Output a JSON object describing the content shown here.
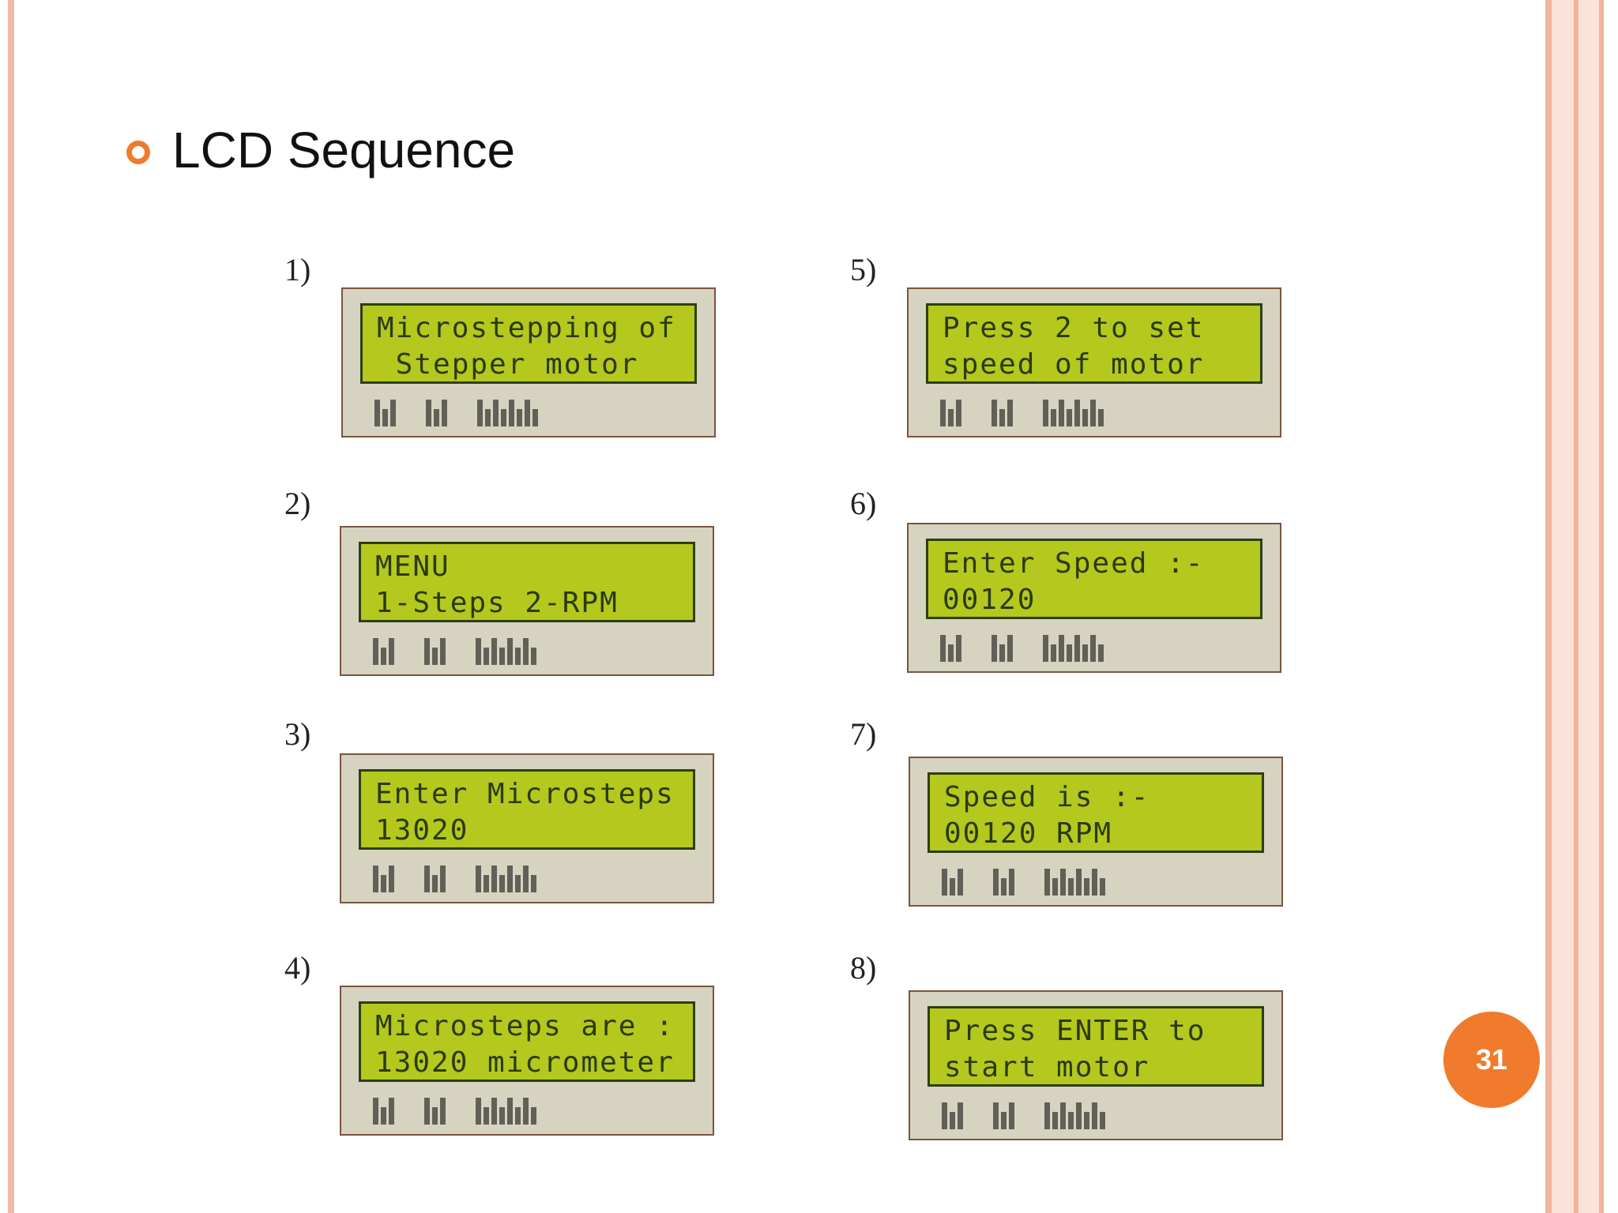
{
  "slide": {
    "title": "LCD Sequence",
    "page_number": "31"
  },
  "colors": {
    "accent": "#f07b2d",
    "border": "#f2b9a4",
    "lcd_screen": "#b4c81e",
    "lcd_body": "#d6d3c0"
  },
  "icons": {
    "bullet": "circle-bullet-icon"
  },
  "lcds": [
    {
      "step": "1)",
      "line1": "Microstepping of",
      "line2": " Stepper motor"
    },
    {
      "step": "2)",
      "line1": "MENU",
      "line2": "1-Steps 2-RPM"
    },
    {
      "step": "3)",
      "line1": "Enter Microsteps",
      "line2": "13020"
    },
    {
      "step": "4)",
      "line1": "Microsteps are :",
      "line2": "13020 micrometer"
    },
    {
      "step": "5)",
      "line1": "Press 2 to set",
      "line2": "speed of motor"
    },
    {
      "step": "6)",
      "line1": "Enter Speed :-",
      "line2": "00120"
    },
    {
      "step": "7)",
      "line1": "Speed is :-",
      "line2": "00120 RPM"
    },
    {
      "step": "8)",
      "line1": "Press ENTER to",
      "line2": "start motor"
    }
  ]
}
